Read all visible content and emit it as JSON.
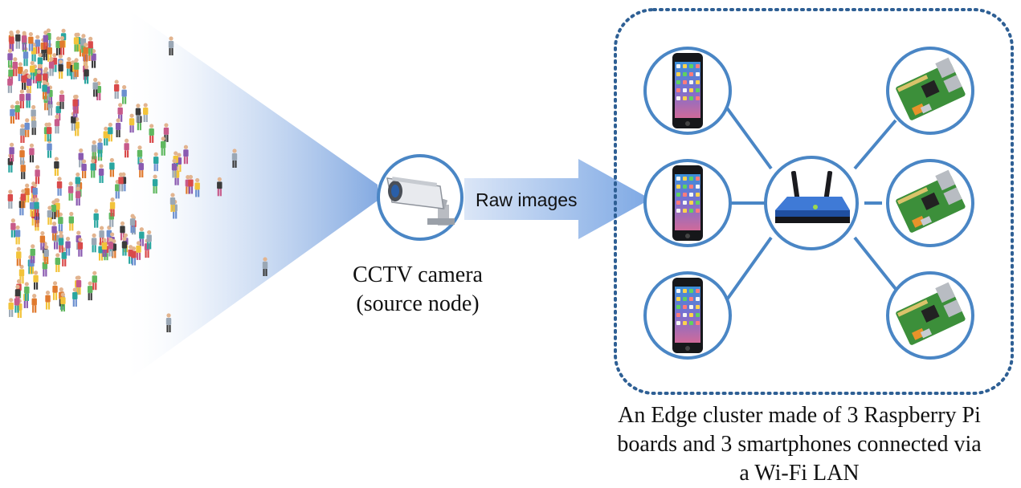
{
  "source": {
    "icon": "cctv-camera-icon",
    "caption_line1": "CCTV camera",
    "caption_line2": "(source node)"
  },
  "arrow": {
    "label": "Raw images"
  },
  "cluster": {
    "caption_line1": "An Edge cluster made of 3 Raspberry Pi",
    "caption_line2": "boards and 3 smartphones connected via",
    "caption_line3": "a Wi-Fi LAN",
    "hub_icon": "wifi-router-icon",
    "left_nodes": [
      "smartphone-icon",
      "smartphone-icon",
      "smartphone-icon"
    ],
    "right_nodes": [
      "raspberry-pi-icon",
      "raspberry-pi-icon",
      "raspberry-pi-icon"
    ]
  },
  "colors": {
    "circle_stroke": "#4a86c5",
    "cluster_border": "#2e5f94",
    "beam": "#7ea6e0"
  }
}
